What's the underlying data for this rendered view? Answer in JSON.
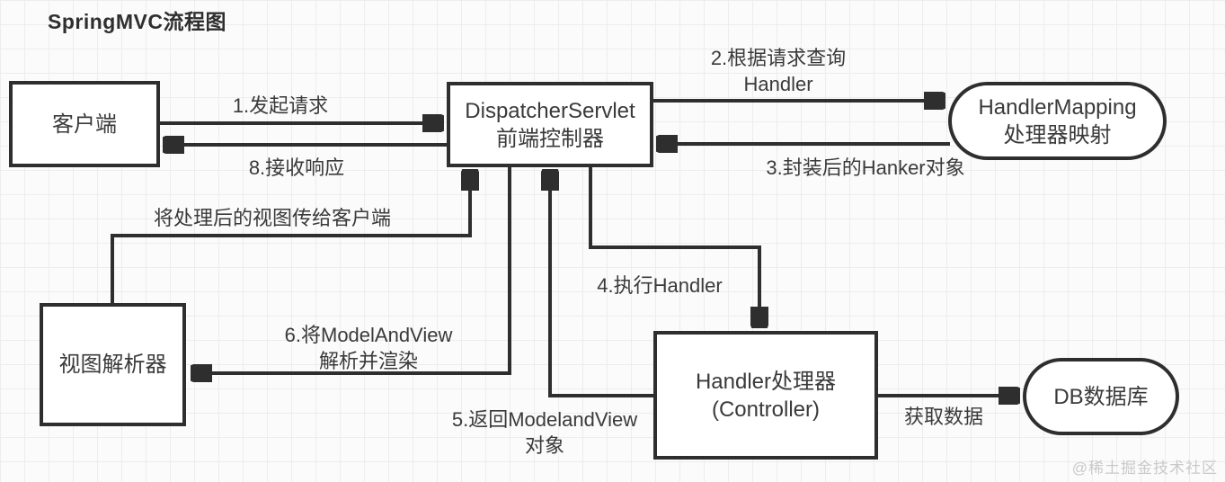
{
  "title": "SpringMVC流程图",
  "watermark": "@稀土掘金技术社区",
  "colors": {
    "line": "#2e2e2e",
    "text": "#3a3a3a",
    "grid": "#ededed",
    "background": "#fbfbfb",
    "node_fill": "#ffffff",
    "watermark": "#c9c9c9"
  },
  "nodes": {
    "client": {
      "label": "客户端"
    },
    "dispatcher": {
      "line1": "DispatcherServlet",
      "line2": "前端控制器"
    },
    "handler_mapping": {
      "line1": "HandlerMapping",
      "line2": "处理器映射"
    },
    "view_resolver": {
      "label": "视图解析器"
    },
    "handler": {
      "line1": "Handler处理器",
      "line2": "(Controller)"
    },
    "db": {
      "label": "DB数据库"
    }
  },
  "edges": {
    "e1": {
      "label": "1.发起请求"
    },
    "e2": {
      "line1": "2.根据请求查询",
      "line2": "Handler"
    },
    "e3": {
      "label": "3.封装后的Hanker对象"
    },
    "e4": {
      "label": "4.执行Handler"
    },
    "e5": {
      "line1": "5.返回ModelandView",
      "line2": "对象"
    },
    "e6": {
      "line1": "6.将ModelAndView",
      "line2": "解析并渲染"
    },
    "e7": {
      "label": "将处理后的视图传给客户端"
    },
    "e8": {
      "label": "8.接收响应"
    },
    "e_db": {
      "label": "获取数据"
    }
  }
}
